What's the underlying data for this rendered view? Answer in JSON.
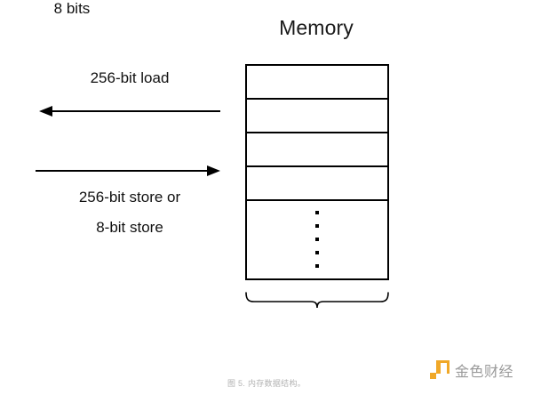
{
  "figure": {
    "title": "Memory",
    "caption": "图 5. 内存数据结构。",
    "background_color": "#ffffff",
    "line_color": "#000000"
  },
  "memory": {
    "cells": [
      {
        "label": ""
      },
      {
        "label": ""
      },
      {
        "label": ""
      },
      {
        "label": ""
      }
    ],
    "ellipsis_dot_count": 5,
    "width_label": "8 bits"
  },
  "arrows": [
    {
      "name": "load-arrow",
      "direction": "left",
      "label": "256-bit load"
    },
    {
      "name": "store-arrow",
      "direction": "right",
      "label_line_1": "256-bit store or",
      "label_line_2": "8-bit store"
    }
  ],
  "watermark": {
    "text": "金色财经",
    "logo_color": "#f0a828",
    "text_color": "#9a9a9a"
  }
}
